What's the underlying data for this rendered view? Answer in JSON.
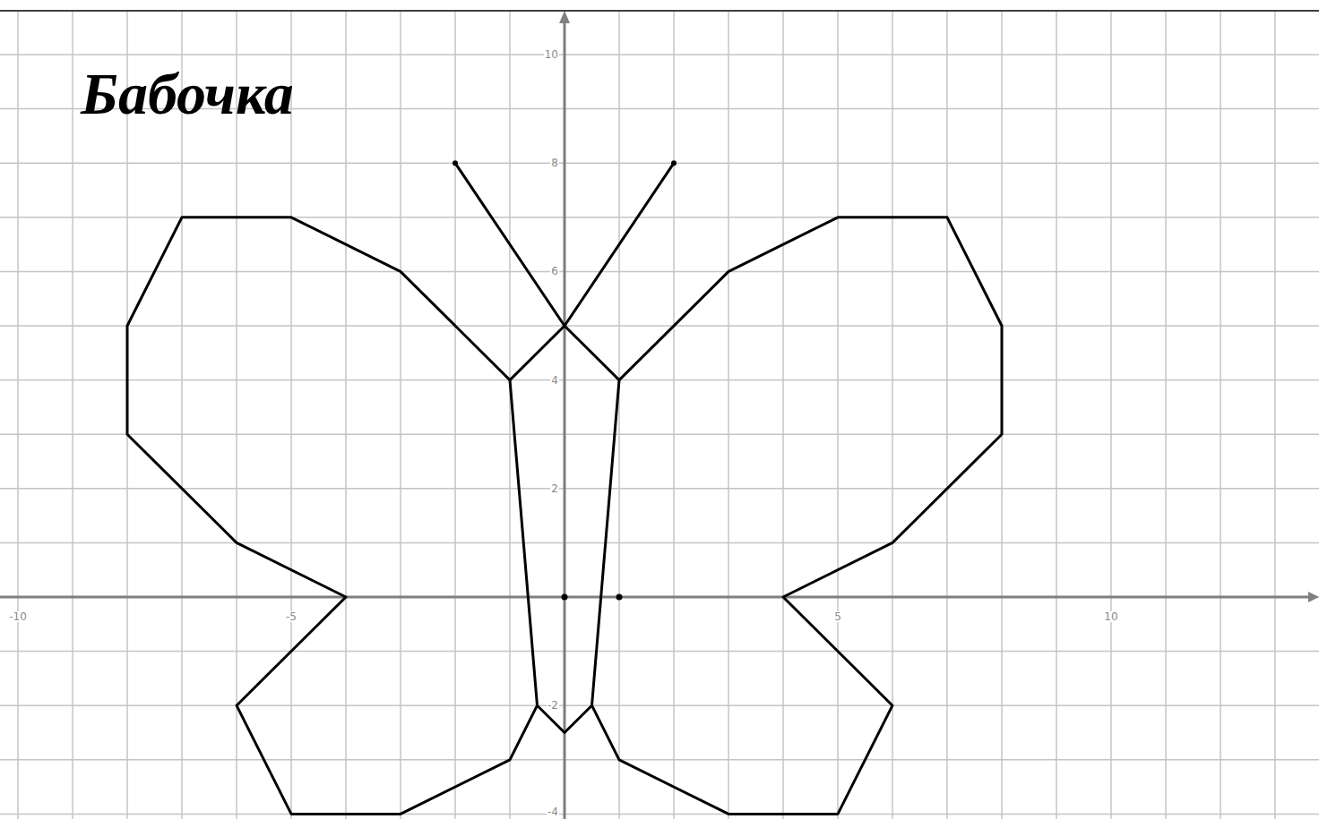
{
  "diagram": {
    "title": "Бабочка",
    "labels": [
      "10",
      "8",
      "6",
      "4",
      "2",
      "-2",
      "-4",
      "-10",
      "-5",
      "5",
      "10"
    ]
  }
}
